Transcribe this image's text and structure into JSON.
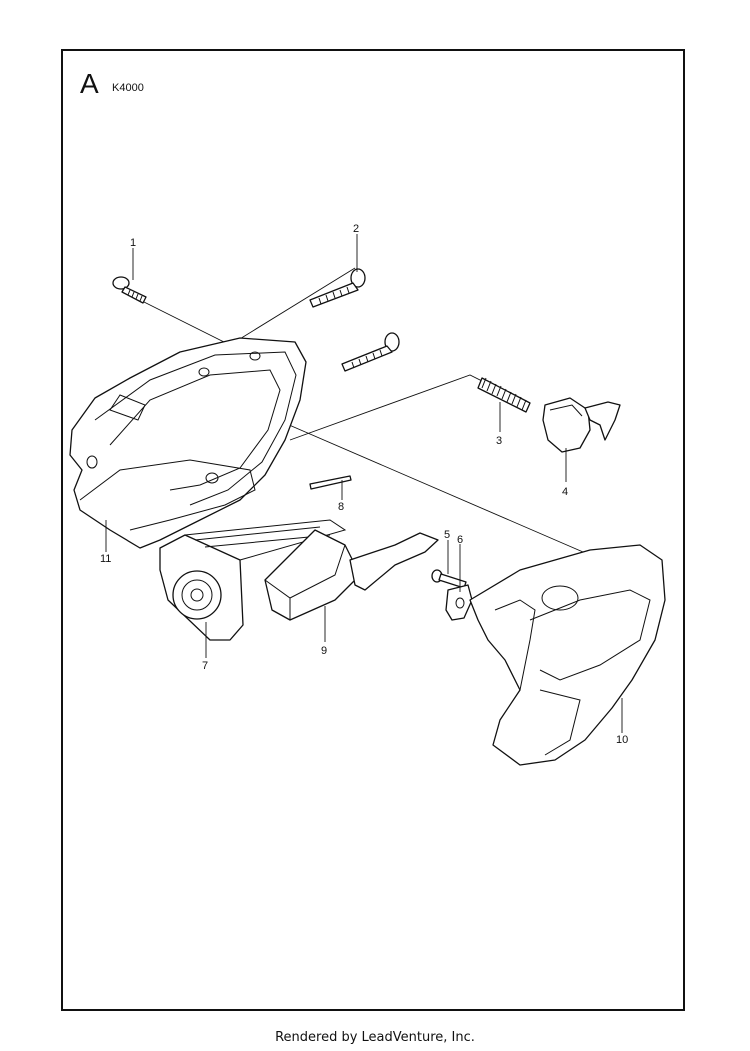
{
  "diagram": {
    "section_letter": "A",
    "model": "K4000",
    "callouts": [
      {
        "id": "1",
        "label": "1"
      },
      {
        "id": "2",
        "label": "2"
      },
      {
        "id": "3",
        "label": "3"
      },
      {
        "id": "4",
        "label": "4"
      },
      {
        "id": "5",
        "label": "5"
      },
      {
        "id": "6",
        "label": "6"
      },
      {
        "id": "7",
        "label": "7"
      },
      {
        "id": "8",
        "label": "8"
      },
      {
        "id": "9",
        "label": "9"
      },
      {
        "id": "10",
        "label": "10"
      },
      {
        "id": "11",
        "label": "11"
      }
    ]
  },
  "footer": {
    "text": "Rendered by LeadVenture, Inc."
  }
}
